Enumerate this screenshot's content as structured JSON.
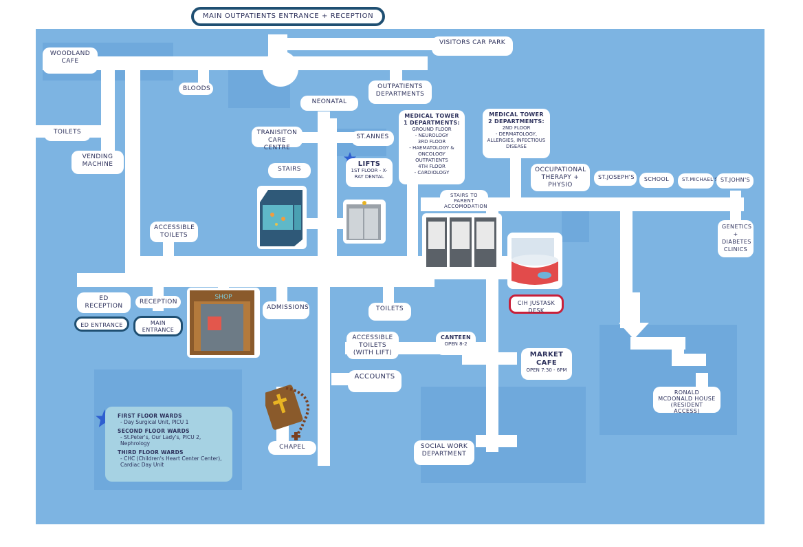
{
  "header": {
    "title": "MAIN OUTPATIENTS ENTRANCE + RECEPTION"
  },
  "labels": {
    "visitors_car_park": "VISITORS CAR PARK",
    "woodland_cafe": "WOODLAND CAFE",
    "bloods": "BLOODS",
    "outpatients_departments": "OUTPATIENTS DEPARTMENTS",
    "neonatal": "NEONATAL",
    "toilets_left": "TOILETS",
    "vending_machine": "VENDING MACHINE",
    "transition_care_centre": "TRANISITON CARE CENTRE",
    "st_annes": "ST.ANNES",
    "stairs": "STAIRS",
    "lifts_title": "LIFTS",
    "lifts_detail": "1ST FLOOR - X-RAY DENTAL",
    "accessible_toilets": "ACCESSIBLE TOILETS",
    "ed_reception": "ED RECEPTION",
    "reception": "RECEPTION",
    "ed_entrance": "ED ENTRANCE",
    "main_entrance": "MAIN ENTRANCE",
    "shop_sign": "SHOP",
    "admissions": "ADMISSIONS",
    "toilets_centre": "TOILETS",
    "accessible_toilets_lift": "ACCESSIBLE TOILETS (with Lift)",
    "accounts": "ACCOUNTS",
    "chapel": "CHAPEL",
    "canteen_title": "CANTEEN",
    "canteen_hours": "OPEN 8-2",
    "market_cafe_title": "MARKET CAFE",
    "market_cafe_hours": "OPEN 7:30 - 6PM",
    "social_work": "SOCIAL WORK DEPARTMENT",
    "stairs_parent": "STAIRS TO PARENT ACCOMODATION",
    "cih_desk": "CIH JUSTASK DESK",
    "occupational_therapy": "OCCUPATIONAL THERAPY + PHYSIO",
    "st_josephs": "ST.JOSEPH'S",
    "school": "SCHOOL",
    "st_michaels": "ST.MICHAEL'S",
    "st_johns": "ST.JOHN'S",
    "genetics": "GENETICS + DIABETES CLINICS",
    "ronald": "RONALD MCDONALD HOUSE (Resident Access)"
  },
  "tower1": {
    "title": "MEDICAL TOWER 1 DEPARTMENTS:",
    "lines": [
      "GROUND FLOOR",
      "- NEUROLOGY",
      "3RD FLOOR",
      "- HAEMATOLOGY & ONCOLOGY OUTPATIENTS",
      "4TH FLOOR",
      "- CARDIOLOGY"
    ]
  },
  "tower2": {
    "title": "MEDICAL TOWER 2 DEPARTMENTS:",
    "lines": [
      "2ND FLOOR",
      "- DERMATOLOGY, ALLERGIES, INFECTIOUS DISEASE"
    ]
  },
  "legend": [
    {
      "title": "FIRST FLOOR WARDS",
      "body": "- Day Surgical Unit, PICU 1"
    },
    {
      "title": "SECOND FLOOR WARDS",
      "body": "- St.Peter's, Our Lady's, PICU 2, Nephrology"
    },
    {
      "title": "THIRD FLOOR WARDS",
      "body": "- CHC (Children's Heart Center Center), Cardiac Day Unit"
    }
  ],
  "colors": {
    "water": "#7db4e2",
    "path": "#ffffff",
    "outline": "#1f4f72",
    "star": "#2f5fd0",
    "cih_border": "#c8203a",
    "legend_bg": "#a6d2e3"
  },
  "icons": [
    "star-icon",
    "aquarium-icon",
    "lift-doors-icon",
    "vending-machines-icon",
    "desk-icon",
    "shop-icon",
    "bible-rosary-icon",
    "arrow-down-icon"
  ]
}
